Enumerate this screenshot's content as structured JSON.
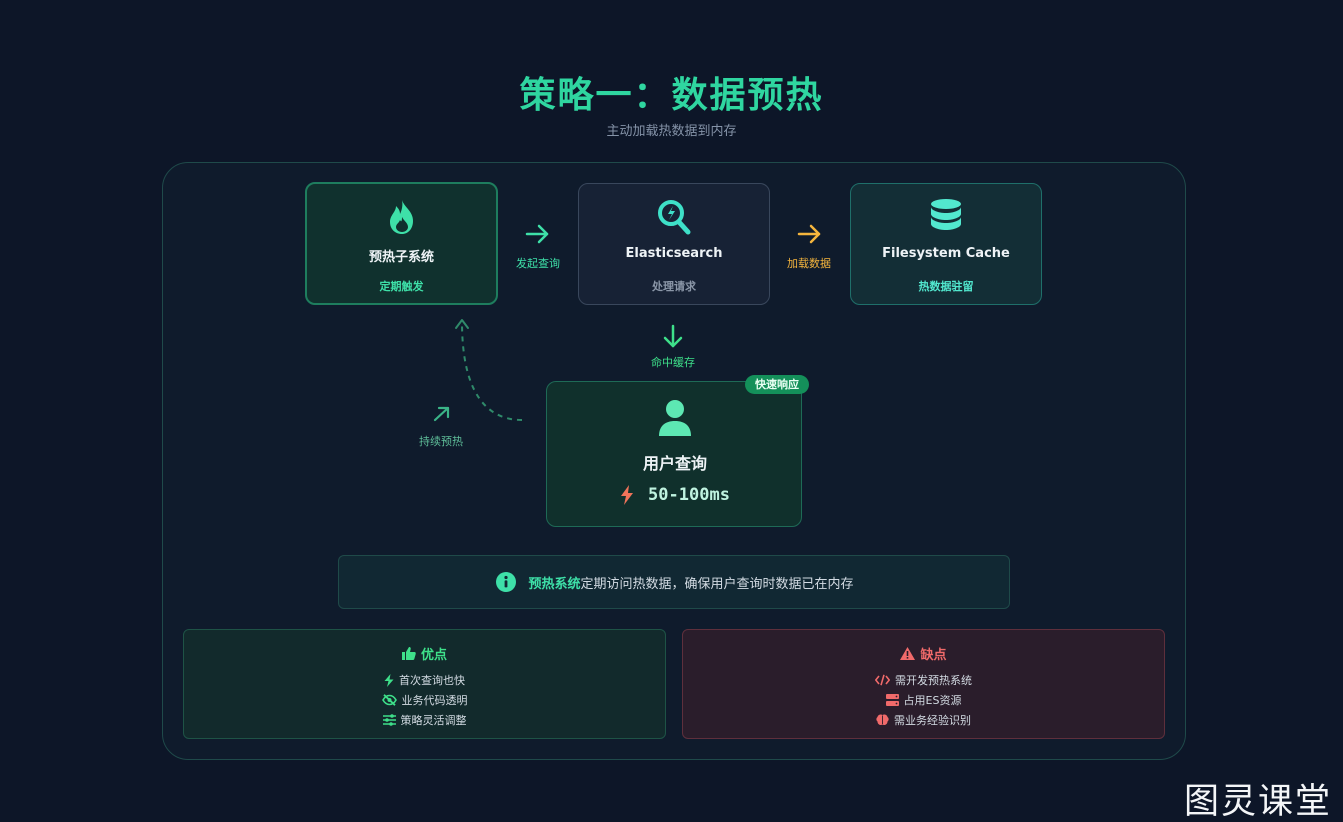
{
  "header": {
    "title": "策略一：数据预热",
    "subtitle": "主动加载热数据到内存"
  },
  "nodes": {
    "preheat": {
      "name": "预热子系统",
      "sub": "定期触发",
      "icon": "fire-icon",
      "color": "#3ee0a8"
    },
    "es": {
      "name": "Elasticsearch",
      "sub": "处理请求",
      "icon": "search-icon",
      "color": "#3ee0c8"
    },
    "fs": {
      "name": "Filesystem Cache",
      "sub": "热数据驻留",
      "icon": "database-icon",
      "color": "#52e8cf"
    }
  },
  "flow": {
    "arrow1_label": "发起查询",
    "arrow2_label": "加载数据",
    "arrow3_label": "命中缓存",
    "loop_label": "持续预热",
    "arrow1_color": "#3ee0a8",
    "arrow2_color": "#f5b53d"
  },
  "user": {
    "badge": "快速响应",
    "name": "用户查询",
    "latency": "50-100ms",
    "icon": "user-icon",
    "bolt_icon": "bolt-icon"
  },
  "info": {
    "highlight": "预热系统",
    "text": "定期访问热数据，确保用户查询时数据已在内存",
    "icon": "info-icon"
  },
  "pros": {
    "title": "优点",
    "icon": "thumbs-up-icon",
    "color": "#3ee08a",
    "items": [
      {
        "icon": "bolt-icon",
        "text": "首次查询也快"
      },
      {
        "icon": "eye-slash-icon",
        "text": "业务代码透明"
      },
      {
        "icon": "sliders-icon",
        "text": "策略灵活调整"
      }
    ]
  },
  "cons": {
    "title": "缺点",
    "icon": "warning-icon",
    "color": "#f06a6a",
    "items": [
      {
        "icon": "code-icon",
        "text": "需开发预热系统"
      },
      {
        "icon": "server-icon",
        "text": "占用ES资源"
      },
      {
        "icon": "brain-icon",
        "text": "需业务经验识别"
      }
    ]
  },
  "watermark": "图灵课堂"
}
